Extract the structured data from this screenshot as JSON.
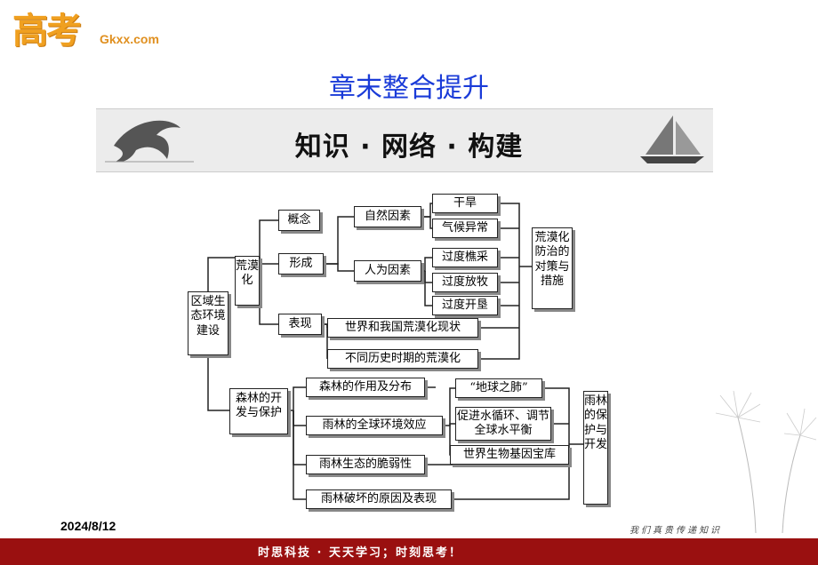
{
  "logo": {
    "cn": "高考",
    "en": "Gkxx.com"
  },
  "title": "章末整合提升",
  "banner": "知识 · 网络 · 构建",
  "diagram": {
    "root": "区域生态环境建设",
    "desert": "荒漠化",
    "concept": "概念",
    "formation": "形成",
    "natural": "自然因素",
    "drought": "干旱",
    "climate": "气候异常",
    "human": "人为因素",
    "overcut": "过度樵采",
    "overgraze": "过度放牧",
    "overcultivate": "过度开垦",
    "expression": "表现",
    "world_status": "世界和我国荒漠化现状",
    "history": "不同历史时期的荒漠化",
    "countermeasure": "荒漠化防治的对策与措施",
    "forest": "森林的开发与保护",
    "forest_role": "森林的作用及分布",
    "rain_global": "雨林的全球环境效应",
    "lungs": "“地球之肺”",
    "water_cycle": "促进水循环、调节全球水平衡",
    "gene_bank": "世界生物基因宝库",
    "fragile": "雨林生态的脆弱性",
    "destruction": "雨林破坏的原因及表现",
    "rain_protect": "雨林的保护与开发"
  },
  "date": "2024/8/12",
  "footer": "时思科技 · 天天学习；时刻思考！",
  "footer_script": "我们真贵传递知识"
}
